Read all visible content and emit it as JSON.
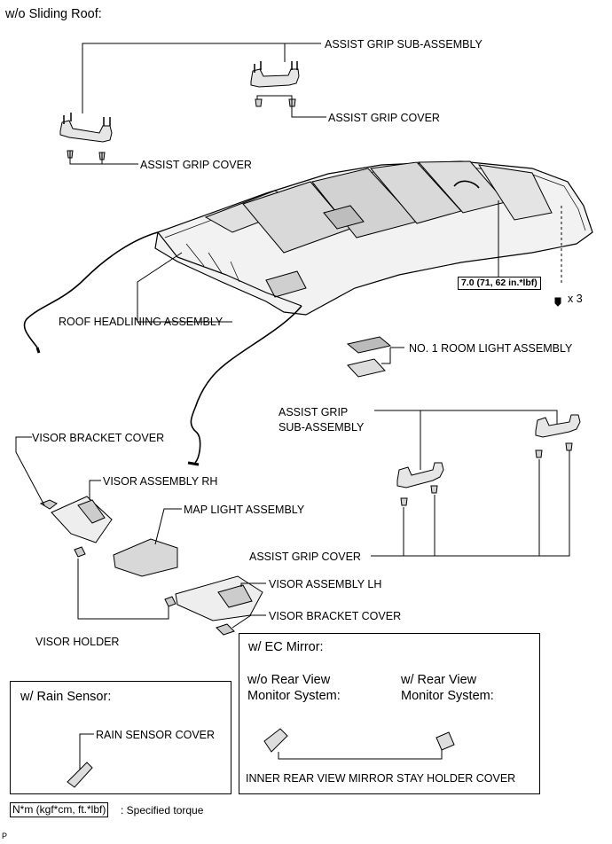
{
  "title": "w/o Sliding Roof:",
  "labels": {
    "assist_grip_sub_assembly_top": "ASSIST GRIP SUB-ASSEMBLY",
    "assist_grip_cover_upper_right": "ASSIST GRIP COVER",
    "assist_grip_cover_upper_left": "ASSIST GRIP COVER",
    "roof_headlining_assembly": "ROOF HEADLINING ASSEMBLY",
    "torque_spec": "7.0 (71, 62 in.*lbf)",
    "clip_quantity": "x 3",
    "no1_room_light_assembly": "NO. 1 ROOM LIGHT ASSEMBLY",
    "assist_grip_sub_assembly_lower_line1": "ASSIST GRIP",
    "assist_grip_sub_assembly_lower_line2": "SUB-ASSEMBLY",
    "visor_bracket_cover_left": "VISOR BRACKET COVER",
    "visor_assembly_rh": "VISOR ASSEMBLY RH",
    "map_light_assembly": "MAP LIGHT ASSEMBLY",
    "assist_grip_cover_lower": "ASSIST GRIP COVER",
    "visor_assembly_lh": "VISOR ASSEMBLY LH",
    "visor_bracket_cover_right": "VISOR BRACKET COVER",
    "visor_holder": "VISOR HOLDER"
  },
  "ec_mirror_box": {
    "title": "w/ EC Mirror:",
    "col1_line1": "w/o Rear View",
    "col1_line2": "Monitor System:",
    "col2_line1": "w/ Rear View",
    "col2_line2": "Monitor System:",
    "part_label": "INNER REAR VIEW MIRROR STAY HOLDER COVER"
  },
  "rain_sensor_box": {
    "title": "w/ Rain Sensor:",
    "part_label": "RAIN SENSOR COVER"
  },
  "legend": {
    "unit_key": "N*m (kgf*cm, ft.*lbf)",
    "meaning": ": Specified torque"
  },
  "figure_code": "P"
}
